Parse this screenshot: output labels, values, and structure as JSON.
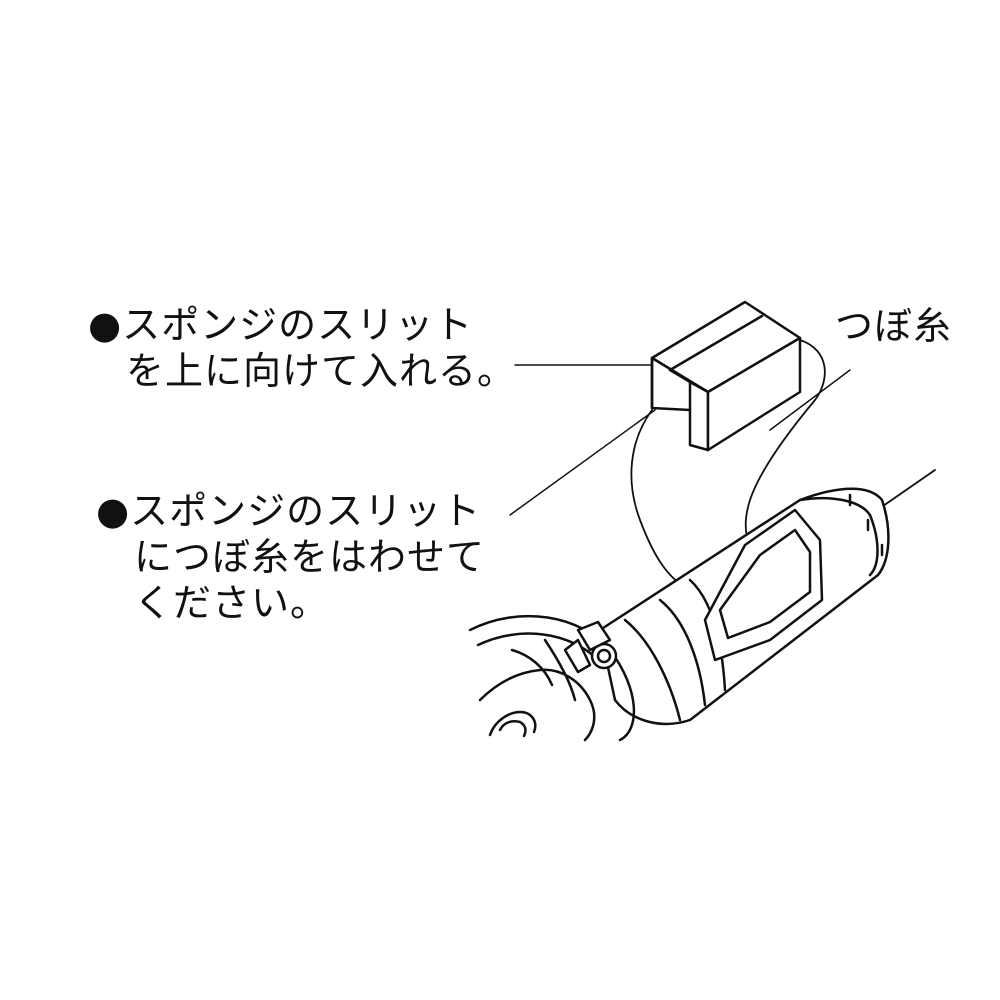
{
  "labels": {
    "note1": {
      "bullet": "●",
      "line1": "スポンジのスリット",
      "line2": "を上に向けて入れる。"
    },
    "note2": {
      "bullet": "●",
      "line1": "スポンジのスリット",
      "line2": "につぼ糸をはわせて",
      "line3": "ください。"
    },
    "thread_label": "つぼ糸"
  }
}
